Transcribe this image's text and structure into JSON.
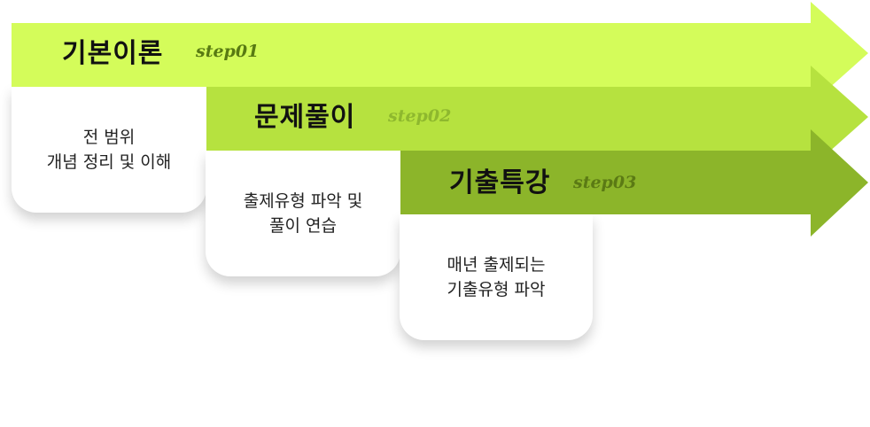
{
  "steps": [
    {
      "title": "기본이론",
      "step_label": "step01",
      "description": "전 범위\n개념 정리 및 이해",
      "color": "#d4fc5a"
    },
    {
      "title": "문제풀이",
      "step_label": "step02",
      "description": "출제유형 파악 및\n풀이 연습",
      "color": "#b6e23f"
    },
    {
      "title": "기출특강",
      "step_label": "step03",
      "description": "매년 출제되는\n기출유형 파악",
      "color": "#8cb52a"
    }
  ]
}
